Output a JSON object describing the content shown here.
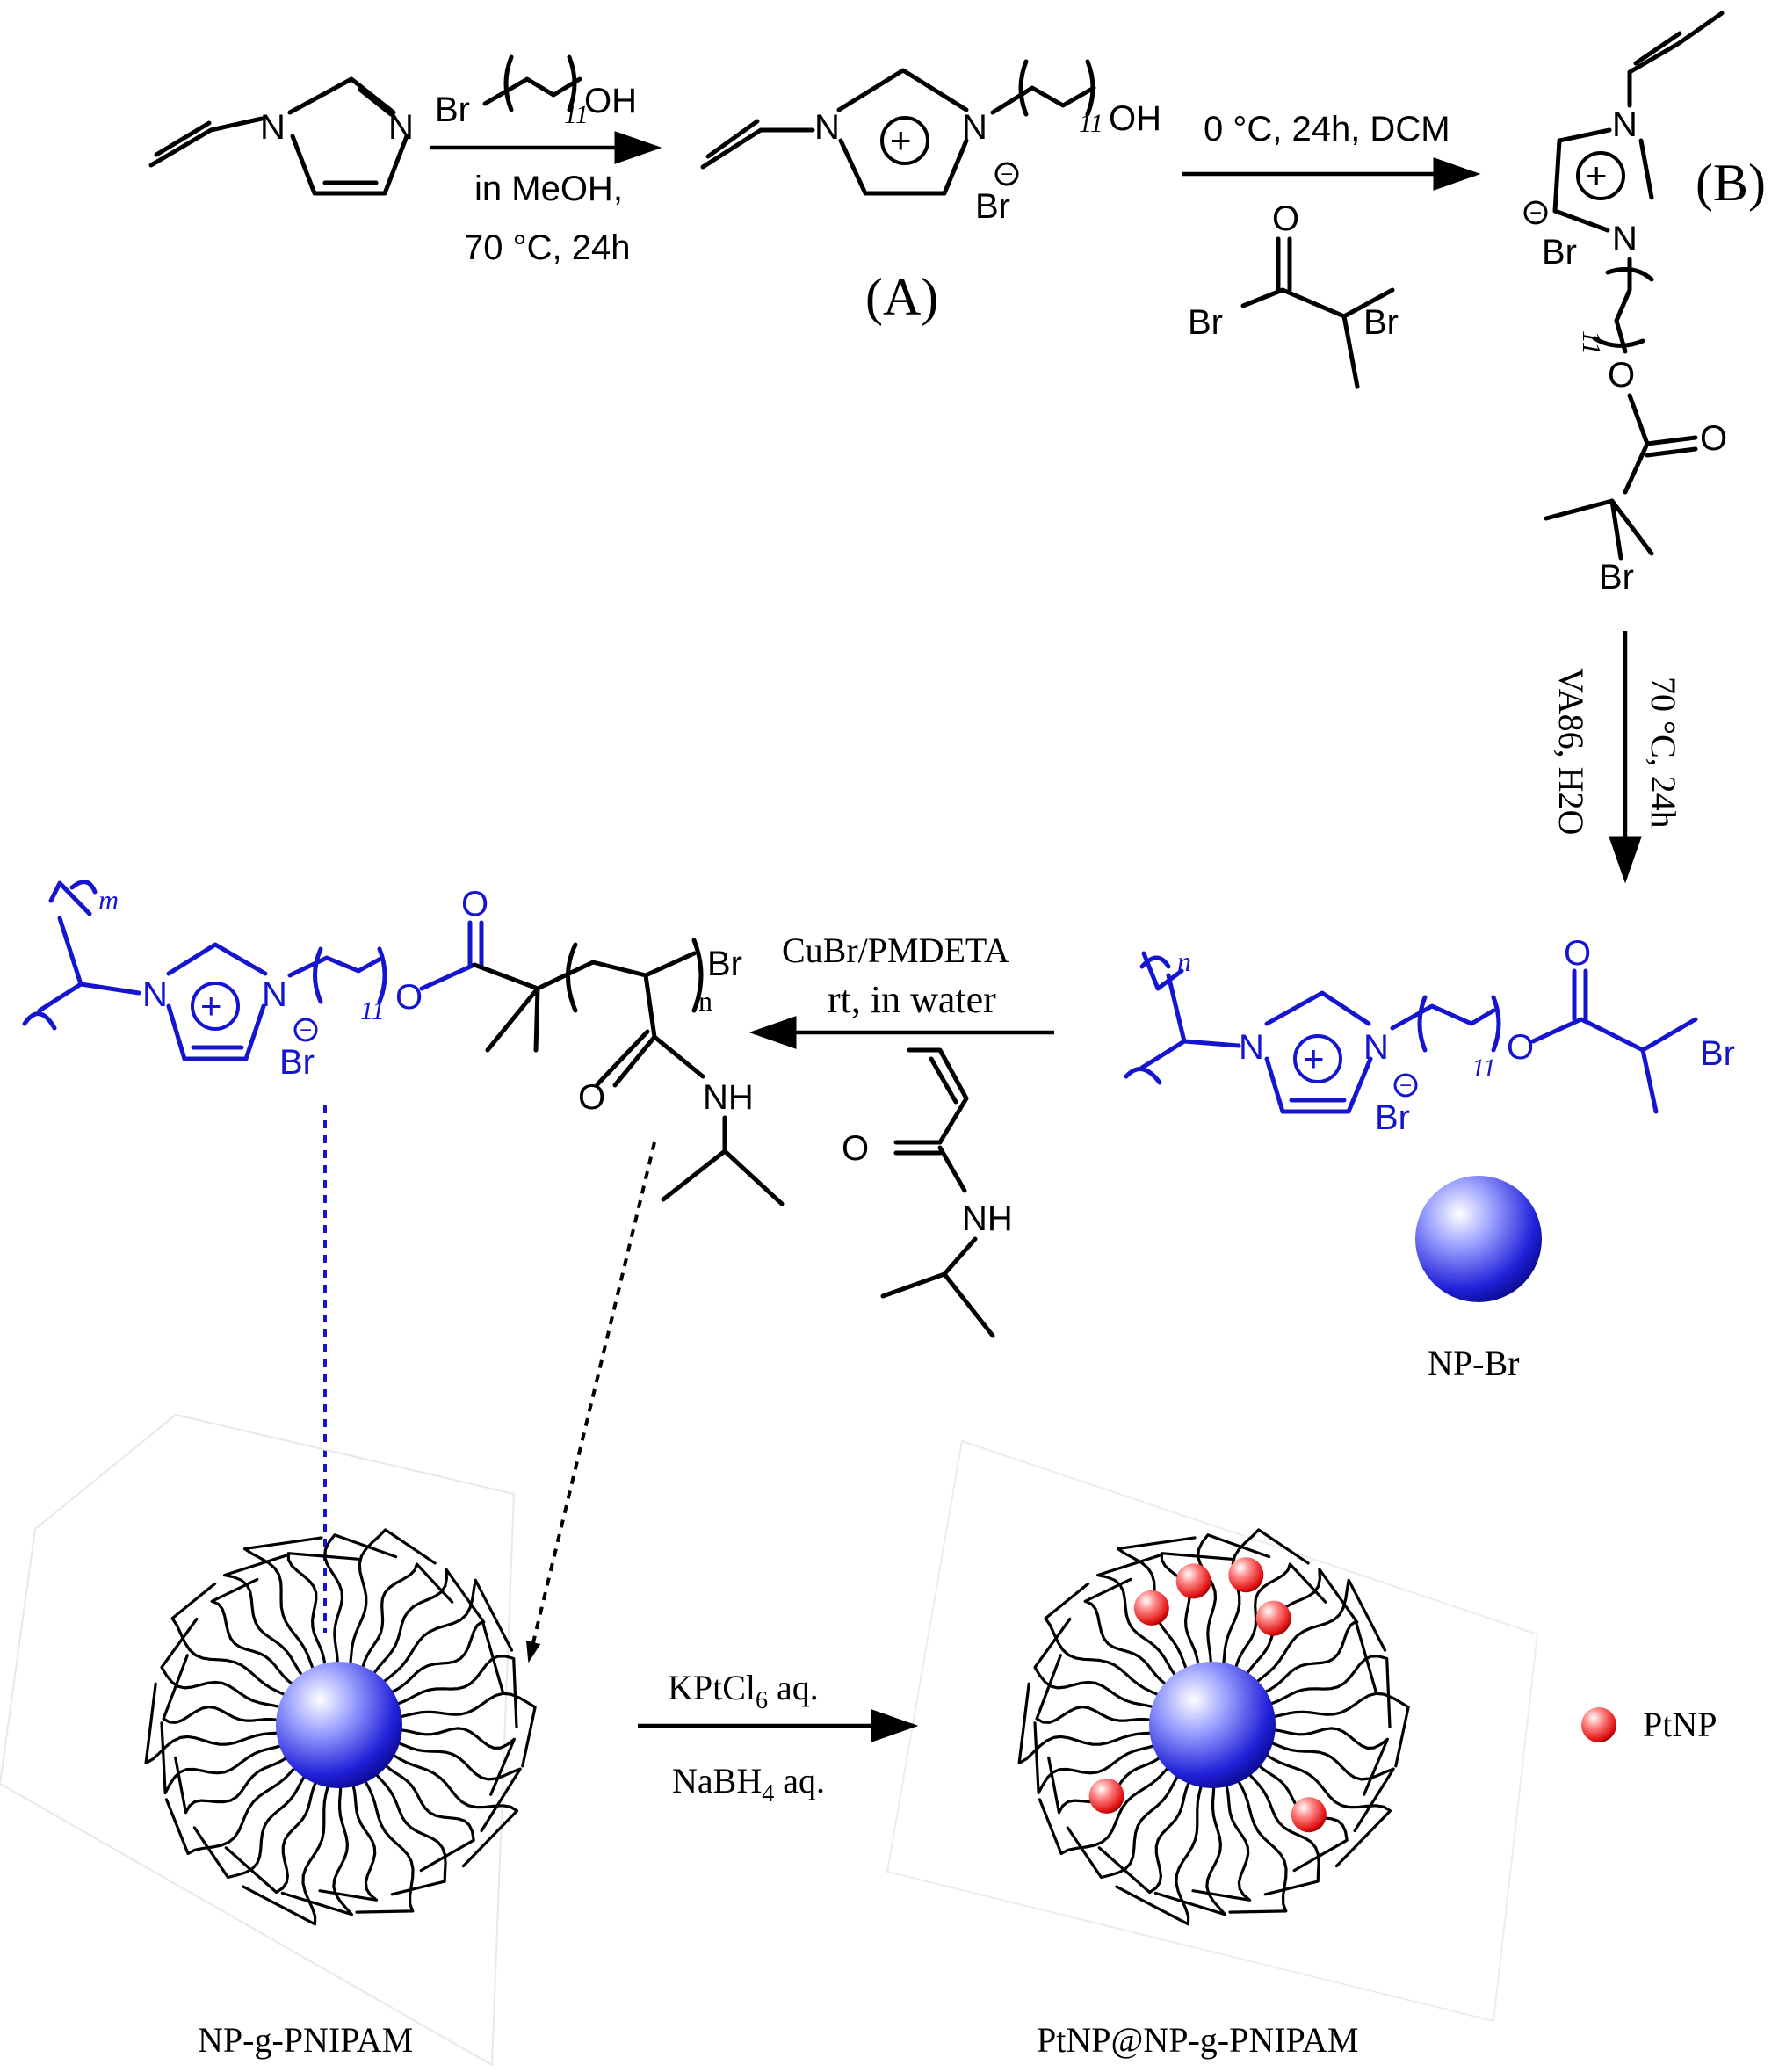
{
  "labels": {
    "compound_a": "(A)",
    "compound_b": "(B)",
    "np_br": "NP-Br",
    "np_g_pnipam": "NP-g-PNIPAM",
    "ptnp_np_g_pnipam": "PtNP@NP-g-PNIPAM",
    "legend_ptnp": "PtNP"
  },
  "step1": {
    "reagent": "Br",
    "reagent_oh": "OH",
    "subscript": "11",
    "solvent": "in MeOH,",
    "conditions": "70 °C, 24h"
  },
  "step2": {
    "conditions": "0 °C, 24h, DCM",
    "reagent_br1": "Br",
    "reagent_br2": "Br",
    "reagent_o": "O"
  },
  "step3": {
    "initiator": "VA86, H2O",
    "conditions": "70 °C, 24h"
  },
  "step4": {
    "catalyst": "CuBr/PMDETA",
    "conditions": "rt, in water",
    "monomer_o": "O",
    "monomer_nh": "NH"
  },
  "step5": {
    "reagent1": "KPtCl6 aq.",
    "reagent2": "NaBH4 aq."
  },
  "atoms": {
    "N": "N",
    "Br": "Br",
    "O": "O",
    "OH": "OH",
    "NH": "NH",
    "n": "n",
    "m": "m",
    "sub11": "11",
    "plus": "+",
    "minus": "−"
  },
  "colors": {
    "polymer_blue": "#1515d0",
    "nanoparticle_blue": "#2a2ad8",
    "pt_red": "#e01818",
    "black": "#000000"
  }
}
